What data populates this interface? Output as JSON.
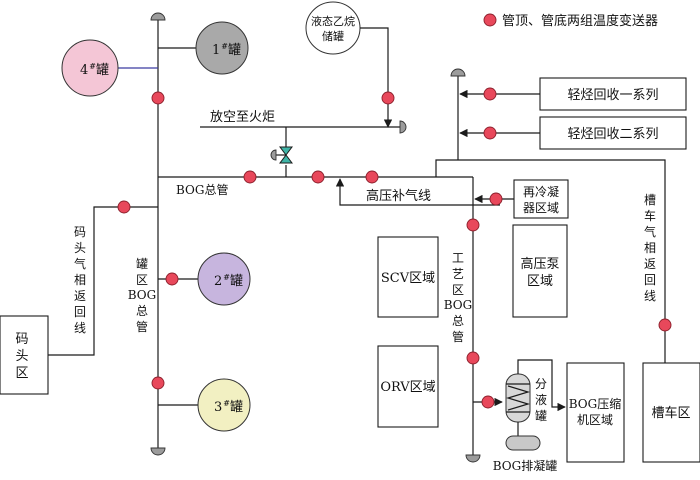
{
  "legend": {
    "label": "管顶、管底两组温度变送器",
    "dot_color": "#e8485b"
  },
  "tanks": {
    "t1": {
      "label": "1",
      "suffix": "罐",
      "color": "#a9a9a9"
    },
    "t2": {
      "label": "2",
      "suffix": "罐",
      "color": "#c7b5de"
    },
    "t3": {
      "label": "3",
      "suffix": "罐",
      "color": "#f2f0c2"
    },
    "t4": {
      "label": "4",
      "suffix": "罐",
      "color": "#f4c6d6"
    }
  },
  "storage_tank": {
    "line1": "液态乙烷",
    "line2": "储罐"
  },
  "labels": {
    "flare": "放空至火炬",
    "bog_header": "BOG总管",
    "hp_makeup": "高压补气线",
    "tank_bog": [
      "罐",
      "区",
      "BOG",
      "总",
      "管"
    ],
    "process_bog": [
      "工",
      "艺",
      "区",
      "BOG",
      "总",
      "管"
    ],
    "dock_return": [
      "码",
      "头",
      "气",
      "相",
      "返",
      "回",
      "线"
    ],
    "truck_return": [
      "槽",
      "车",
      "气",
      "相",
      "返",
      "回",
      "线"
    ],
    "separator": [
      "分",
      "液",
      "罐"
    ],
    "bog_drain": "BOG排凝罐"
  },
  "areas": {
    "light1": "轻烃回收一系列",
    "light2": "轻烃回收二系列",
    "recondenser": {
      "line1": "再冷凝",
      "line2": "器区域"
    },
    "scv": "SCV区域",
    "hp_pump": {
      "line1": "高压泵",
      "line2": "区域"
    },
    "orv": "ORV区域",
    "bog_comp": {
      "line1": "BOG压缩",
      "line2": "机区域"
    },
    "truck": "槽车区",
    "dock": {
      "line1": "码",
      "line2": "头",
      "line3": "区"
    }
  }
}
